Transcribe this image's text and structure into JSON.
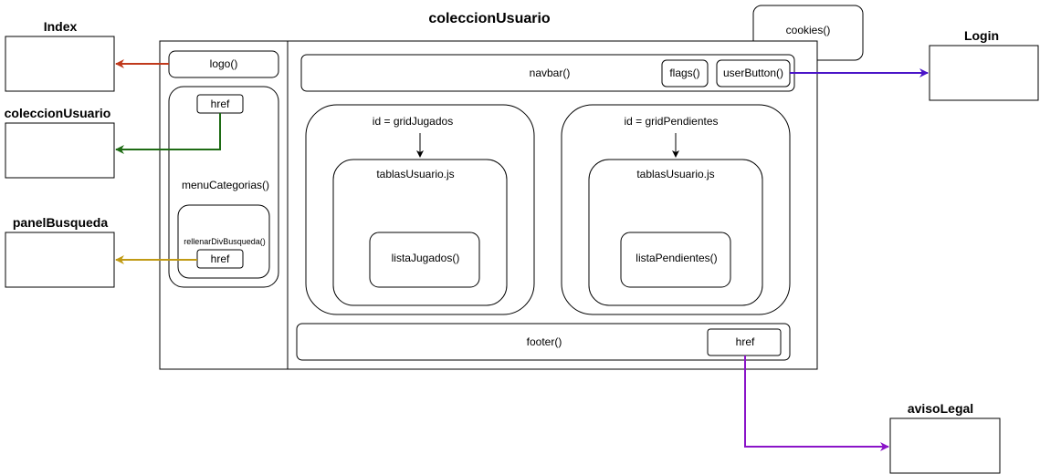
{
  "title": "coleccionUsuario",
  "pages": {
    "index": "Index",
    "coleccion": "coleccionUsuario",
    "panel": "panelBusqueda",
    "login": "Login",
    "aviso": "avisoLegal"
  },
  "sidebar": {
    "logo": "logo()",
    "href_top": "href",
    "menu": "menuCategorias()",
    "rellenar": "rellenarDivBusqueda()",
    "href_bottom": "href"
  },
  "cookies": "cookies()",
  "navbar": {
    "label": "navbar()",
    "flags": "flags()",
    "user": "userButton()"
  },
  "grids": {
    "jugados": {
      "id": "id = gridJugados",
      "script": "tablasUsuario.js",
      "fn": "listaJugados()"
    },
    "pendientes": {
      "id": "id = gridPendientes",
      "script": "tablasUsuario.js",
      "fn": "listaPendientes()"
    }
  },
  "footer": {
    "label": "footer()",
    "href": "href"
  },
  "colors": {
    "index_arrow": "#c0391b",
    "coleccion_arrow": "#1e6b14",
    "panel_arrow": "#c09a14",
    "login_arrow": "#4a14c8",
    "aviso_arrow": "#8a14c8"
  }
}
